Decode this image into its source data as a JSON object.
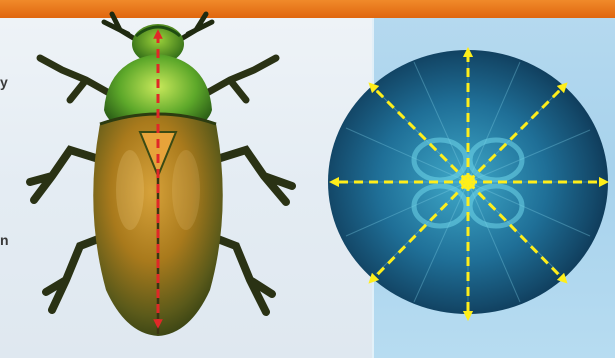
{
  "edge_text": {
    "fragment_top": "y",
    "fragment_bottom": "n"
  },
  "colors": {
    "header_orange": "#e8741b",
    "arrow_red": "#e02828",
    "arrow_yellow": "#ffee1a"
  },
  "illustrations": {
    "left": "beetle-bilateral-symmetry",
    "right": "jellyfish-radial-symmetry"
  }
}
